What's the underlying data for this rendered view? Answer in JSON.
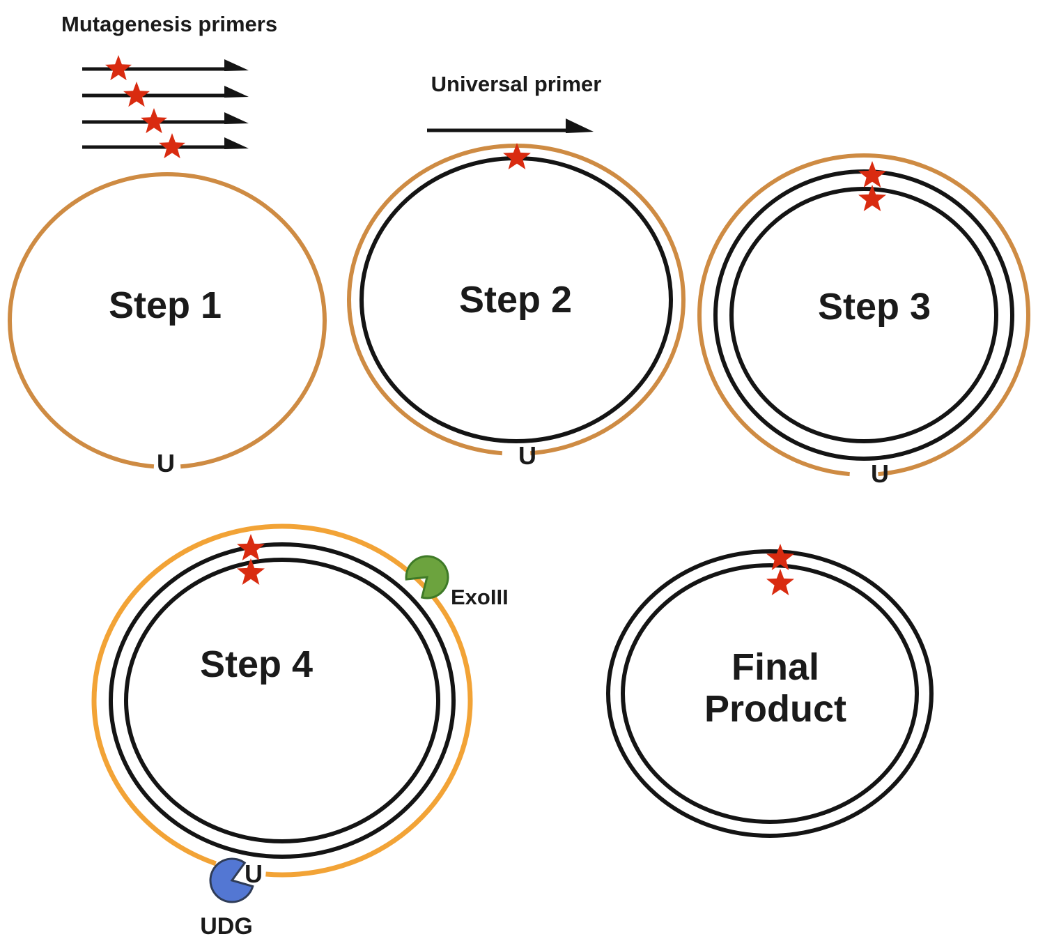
{
  "colors": {
    "strand_tan": "#CE8B43",
    "strand_orange": "#F2A336",
    "strand_black": "#141414",
    "star_red": "#D92B10",
    "exo_green": "#6CA33E",
    "udg_blue": "#5377D3"
  },
  "primers": {
    "label": "Mutagenesis primers"
  },
  "universal_primer": {
    "label": "Universal primer"
  },
  "step1": {
    "label": "Step 1",
    "uracil": "U"
  },
  "step2": {
    "label": "Step 2",
    "uracil": "U"
  },
  "step3": {
    "label": "Step 3",
    "uracil": "U"
  },
  "step4": {
    "label": "Step 4",
    "uracil": "U",
    "exo_label": "ExoIII",
    "udg_label": "UDG"
  },
  "final_product": {
    "line1": "Final",
    "line2": "Product"
  }
}
